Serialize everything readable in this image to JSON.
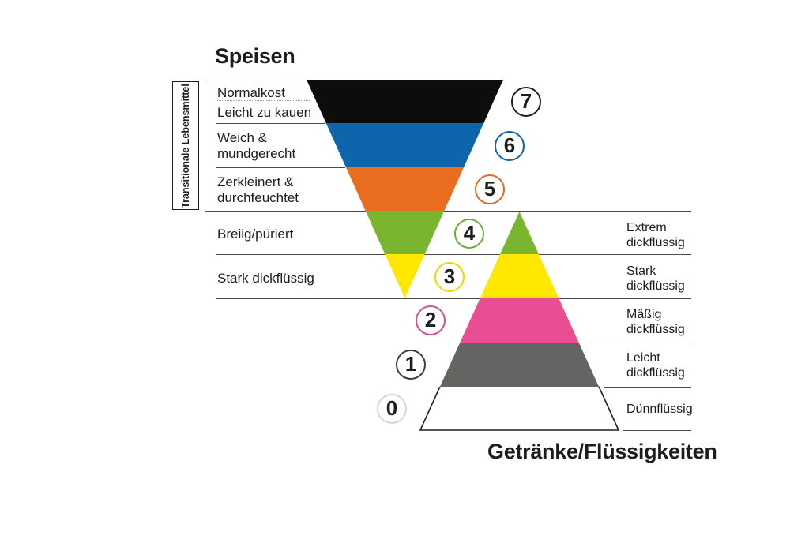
{
  "titles": {
    "foods": "Speisen",
    "drinks": "Getränke/Flüssigkeiten"
  },
  "transitional_box": {
    "label": "Transitionale Lebensmittel"
  },
  "left_labels": [
    {
      "line1": "Normalkost",
      "line2": ""
    },
    {
      "line1": "Leicht zu kauen",
      "line2": ""
    },
    {
      "line1": "Weich &",
      "line2": "mundgerecht"
    },
    {
      "line1": "Zerkleinert &",
      "line2": "durchfeuchtet"
    },
    {
      "line1": "Breiig/püriert",
      "line2": ""
    },
    {
      "line1": "Stark dickflüssig",
      "line2": ""
    }
  ],
  "right_labels": [
    {
      "line1": "Extrem",
      "line2": "dickflüssig"
    },
    {
      "line1": "Stark",
      "line2": "dickflüssig"
    },
    {
      "line1": "Mäßig",
      "line2": "dickflüssig"
    },
    {
      "line1": "Leicht",
      "line2": "dickflüssig"
    },
    {
      "line1": "Dünnflüssig",
      "line2": ""
    }
  ],
  "levels": [
    {
      "number": "7",
      "ring": "#1d1d1b",
      "band": "#0d0d0d"
    },
    {
      "number": "6",
      "ring": "#0f65ab",
      "band": "#0f65ab"
    },
    {
      "number": "5",
      "ring": "#e2692a",
      "band": "#e96d1f"
    },
    {
      "number": "4",
      "ring": "#69af35",
      "band": "#79b52e"
    },
    {
      "number": "3",
      "ring": "#eed500",
      "band": "#ffe800"
    },
    {
      "number": "2",
      "ring": "#d74e8c",
      "band": "#e94e93"
    },
    {
      "number": "1",
      "ring": "#3c3c3b",
      "band": "#646463"
    },
    {
      "number": "0",
      "ring": "#d6d6d6",
      "band": "#ffffff"
    }
  ],
  "colors": {
    "line": "#4a4a49",
    "dotted_line": "#9a9a9a",
    "text": "#1d1d1b",
    "outline": "#1d1d1b",
    "background": "#ffffff"
  }
}
